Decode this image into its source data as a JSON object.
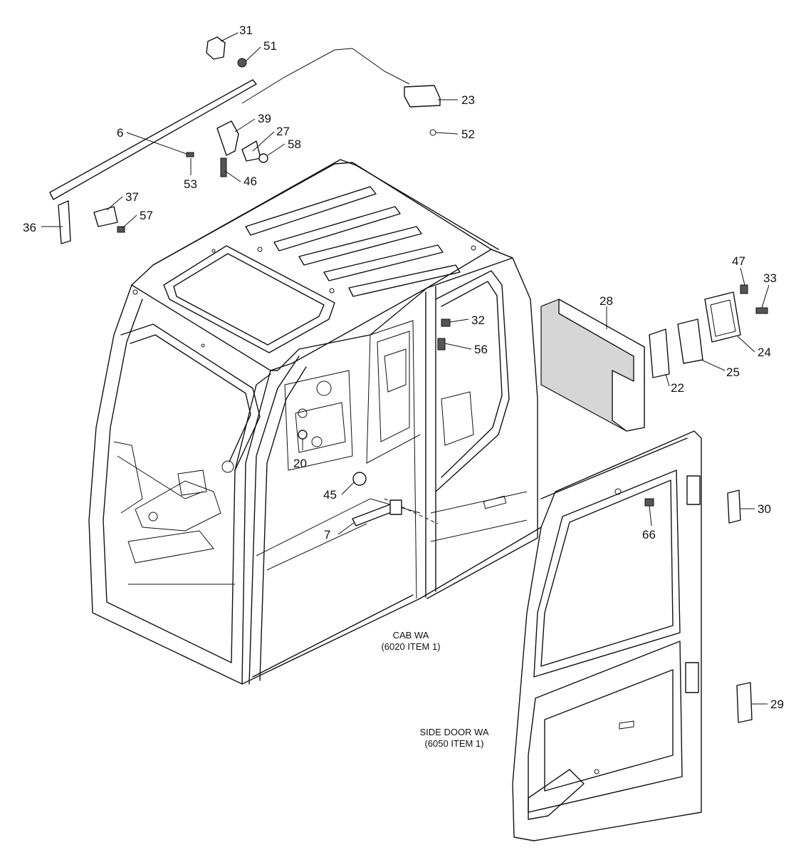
{
  "labels": {
    "cab": [
      "CAB WA",
      "(6020 ITEM 1)"
    ],
    "door": [
      "SIDE DOOR WA",
      "(6050 ITEM 1)"
    ]
  },
  "parts": {
    "p31": "31",
    "p51": "51",
    "p23": "23",
    "p52": "52",
    "p6": "6",
    "p39": "39",
    "p27": "27",
    "p58": "58",
    "p53": "53",
    "p46": "46",
    "p37": "37",
    "p57": "57",
    "p36": "36",
    "p47": "47",
    "p33": "33",
    "p28": "28",
    "p32": "32",
    "p56": "56",
    "p24": "24",
    "p25": "25",
    "p22": "22",
    "p20": "20",
    "p45": "45",
    "p7": "7",
    "p30": "30",
    "p66": "66",
    "p29": "29"
  }
}
